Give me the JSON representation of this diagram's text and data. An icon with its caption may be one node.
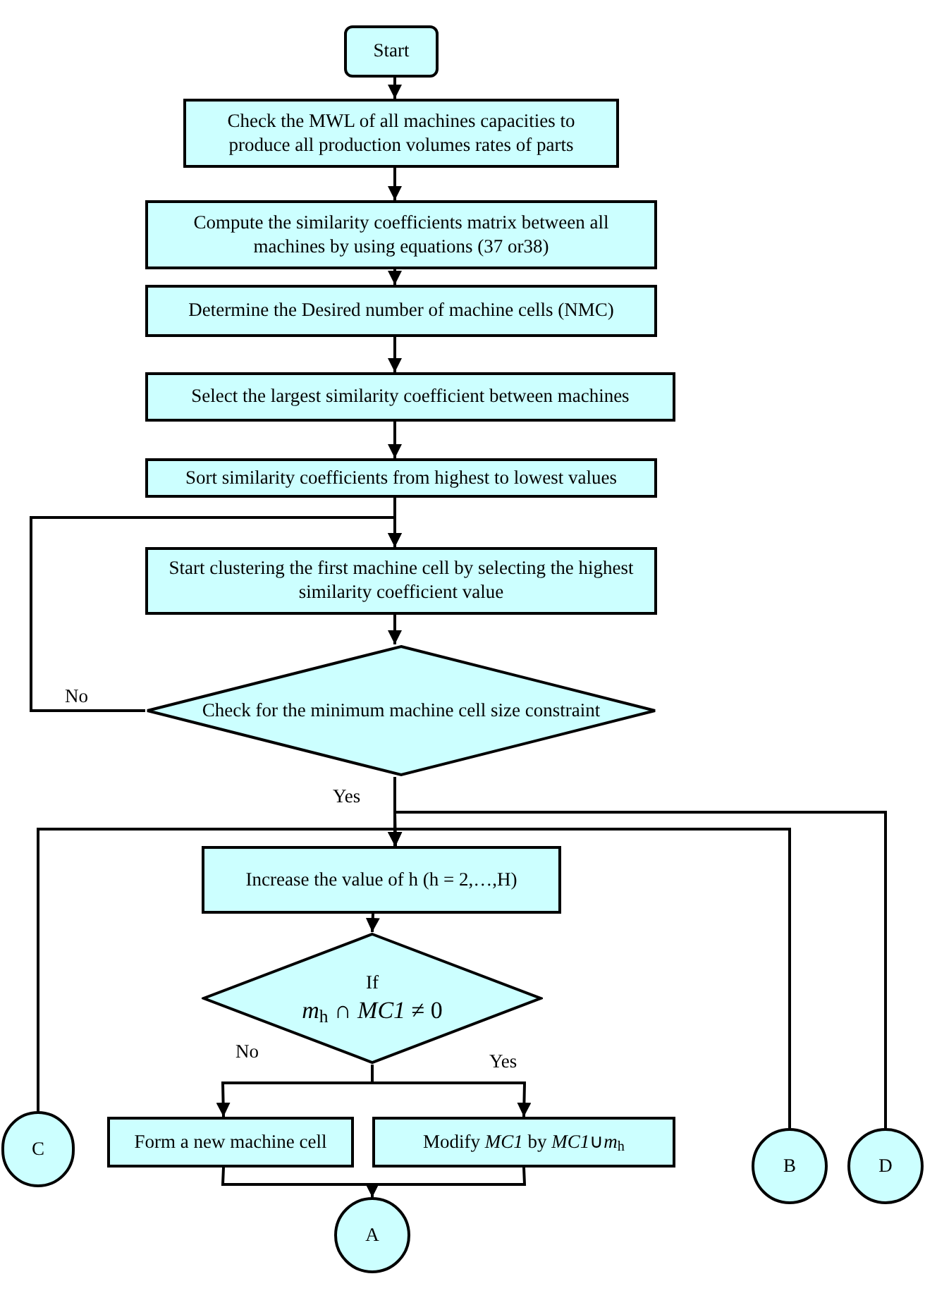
{
  "diagram": {
    "nodes": [
      {
        "text": [
          "Start"
        ]
      },
      {
        "text": [
          "Check the MWL of all machines capacities to produce all production volumes rates of parts"
        ]
      },
      {
        "text": [
          "Compute the similarity coefficients matrix between all machines by using equations (37 or38)"
        ]
      },
      {
        "text": [
          "Determine the Desired number of machine cells (NMC)"
        ]
      },
      {
        "text": [
          "Select the largest similarity coefficient between machines"
        ]
      },
      {
        "text": [
          "Sort similarity coefficients from highest to lowest values"
        ]
      },
      {
        "text": [
          "Start clustering the first machine cell by selecting the highest similarity coefficient value"
        ]
      },
      {
        "text": [
          "Check for the minimum machine cell size constraint"
        ]
      },
      {
        "text": [
          "Increase the value of h (h = 2,…,H)"
        ]
      },
      {
        "text": [
          "If",
          "*m*$_{h}$ ∩ *MC1* ≠ 0"
        ]
      },
      {
        "text": [
          "Form a new machine cell"
        ]
      },
      {
        "text": [
          "Modify *MC1* by *MC1*∪*m*$_{h}$"
        ]
      },
      {
        "text": [
          "A"
        ]
      },
      {
        "text": [
          "C"
        ]
      },
      {
        "text": [
          "B"
        ]
      },
      {
        "text": [
          "D"
        ]
      }
    ],
    "edges": [
      {
        "from": 0,
        "to": 1,
        "arrow": "to"
      },
      {
        "from": 1,
        "to": 2,
        "arrow": "to"
      },
      {
        "from": 2,
        "to": 3,
        "arrow": "to"
      },
      {
        "from": 3,
        "to": 4,
        "arrow": "to"
      },
      {
        "from": 4,
        "to": 5,
        "arrow": "to"
      },
      {
        "from": 5,
        "to": 6,
        "arrow": "to"
      },
      {
        "from": 6,
        "to": 7,
        "arrow": "to"
      },
      {
        "from": 7,
        "to": 6,
        "label": "No",
        "arrow": "to"
      },
      {
        "from": 7,
        "to": 8,
        "label": "Yes",
        "arrow": "to"
      },
      {
        "from": 13,
        "to": 8,
        "arrow": "to"
      },
      {
        "from": 14,
        "to": 8,
        "arrow": "to"
      },
      {
        "from": 15,
        "to": 8,
        "arrow": "to"
      },
      {
        "from": 8,
        "to": 9,
        "arrow": "to"
      },
      {
        "from": 9,
        "to": 10,
        "label": "No",
        "arrow": "to"
      },
      {
        "from": 9,
        "to": 11,
        "label": "Yes",
        "arrow": "to"
      },
      {
        "from": 10,
        "to": 12,
        "arrow": "to"
      },
      {
        "from": 11,
        "to": 12,
        "arrow": "to"
      }
    ]
  }
}
